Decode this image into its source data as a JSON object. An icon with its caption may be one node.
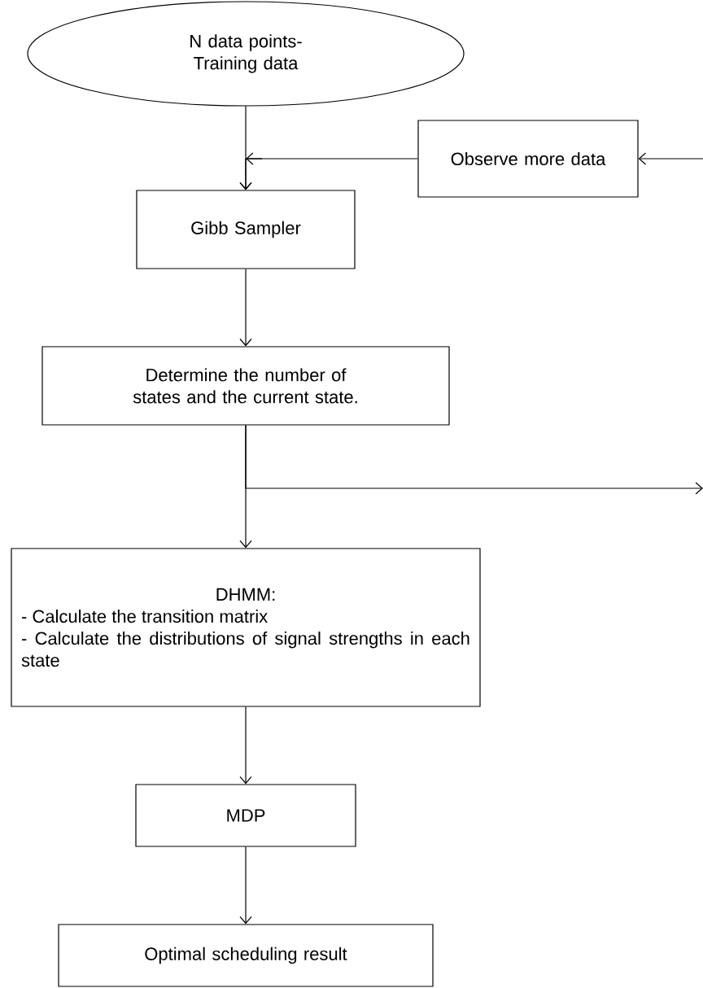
{
  "diagram": {
    "nodes": [
      {
        "text": [
          "N data points- Training data"
        ]
      },
      {
        "text": [
          "Observe more data"
        ]
      },
      {
        "text": [
          "Gibb Sampler"
        ]
      },
      {
        "text": [
          "Determine the number of states and the current state."
        ]
      },
      {
        "text": [
          "DHMM:",
          "- Calculate the transition matrix",
          "- Calculate the distributions of signal strengths in each state"
        ]
      },
      {
        "text": [
          "MDP"
        ]
      },
      {
        "text": [
          "Optimal scheduling result"
        ]
      }
    ],
    "edges": [
      {
        "from": 0,
        "to": 2,
        "arrow": "to"
      },
      {
        "from": 1,
        "to": 2,
        "arrow": "to"
      },
      {
        "from": null,
        "to": 1,
        "arrow": "to"
      },
      {
        "from": 2,
        "to": 3,
        "arrow": "to"
      },
      {
        "from": 3,
        "to": 4,
        "arrow": "to"
      },
      {
        "from": 3,
        "to": null,
        "arrow": "to"
      },
      {
        "from": 4,
        "to": 5,
        "arrow": "to"
      },
      {
        "from": 5,
        "to": 6,
        "arrow": "to"
      }
    ]
  }
}
